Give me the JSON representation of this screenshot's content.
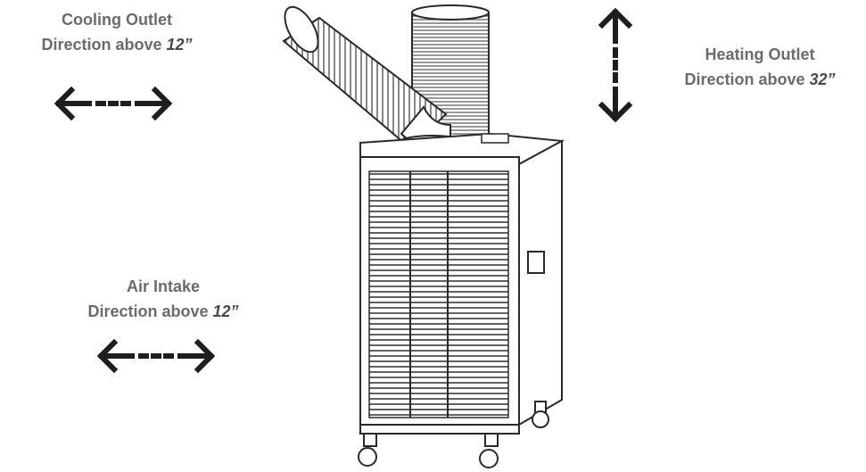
{
  "cooling": {
    "line1": "Cooling Outlet",
    "line2_prefix": "Direction above",
    "line2_value": "12”"
  },
  "heating": {
    "line1": "Heating Outlet",
    "line2_prefix": "Direction above",
    "line2_value": "32”"
  },
  "intake": {
    "line1": "Air Intake",
    "line2_prefix": "Direction above",
    "line2_value": "12”"
  },
  "colors": {
    "label_text": "#6b6b6b",
    "arrow": "#1e1e1e",
    "unit_outline": "#2a2a2a",
    "background": "#ffffff"
  },
  "icons": {
    "cooling_arrow": "horizontal-dashed-double-arrow-icon",
    "intake_arrow": "horizontal-dashed-double-arrow-icon",
    "heating_arrow": "vertical-dashed-double-arrow-icon",
    "unit": "portable-spot-cooler-illustration"
  }
}
